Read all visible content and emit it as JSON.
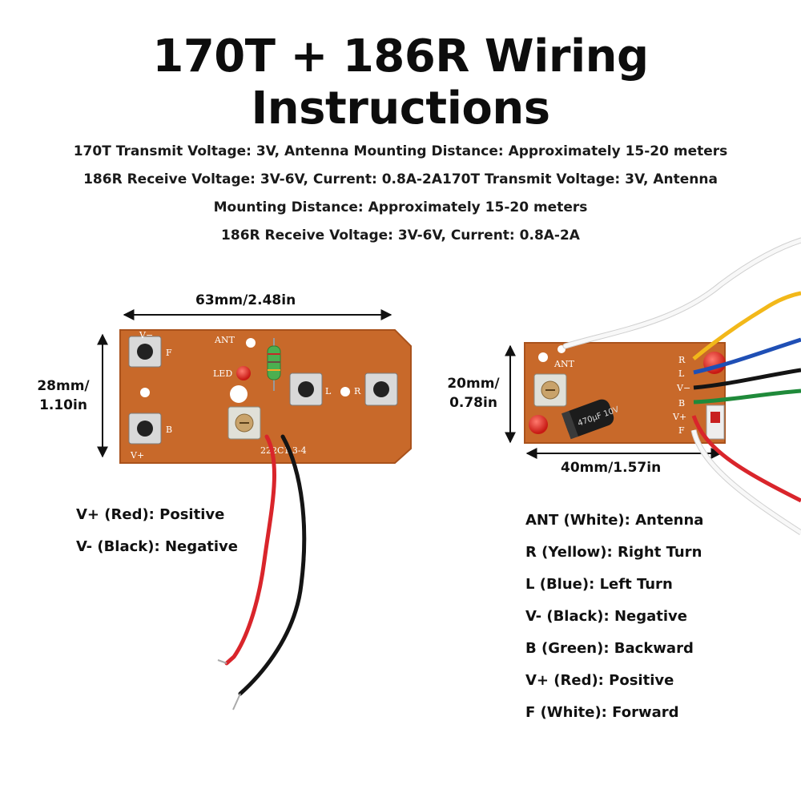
{
  "title": "170T + 186R Wiring Instructions",
  "description": [
    "170T Transmit Voltage: 3V, Antenna Mounting Distance: Approximately 15-20 meters",
    "186R Receive Voltage: 3V-6V, Current: 0.8A-2A170T Transmit Voltage: 3V, Antenna",
    "Mounting Distance: Approximately 15-20 meters",
    "186R Receive Voltage: 3V-6V, Current: 0.8A-2A"
  ],
  "transmitter": {
    "width_dim": "63mm/2.48in",
    "height_dim_line1": "28mm/",
    "height_dim_line2": "1.10in",
    "silk": {
      "ant": "ANT",
      "led": "LED",
      "f": "F",
      "b": "B",
      "l": "L",
      "r": "R",
      "vminus": "V−",
      "vplus": "V+",
      "code": "222C1 3-4"
    },
    "wires": [
      {
        "label": "V+ (Red): Positive",
        "color": "#d9252b"
      },
      {
        "label": "V- (Black): Negative",
        "color": "#141414"
      }
    ]
  },
  "receiver": {
    "width_dim": "40mm/1.57in",
    "height_dim_line1": "20mm/",
    "height_dim_line2": "0.78in",
    "silk": {
      "ant": "ANT",
      "r": "R",
      "l": "L",
      "vminus": "V−",
      "b": "B",
      "vplus": "V+",
      "f": "F",
      "cap": "470µF 10V"
    },
    "wires": [
      {
        "label": "ANT (White): Antenna",
        "color": "#f2f2f2"
      },
      {
        "label": "R (Yellow): Right Turn",
        "color": "#f2b81a"
      },
      {
        "label": "L (Blue): Left Turn",
        "color": "#1f4fb5"
      },
      {
        "label": "V- (Black): Negative",
        "color": "#141414"
      },
      {
        "label": "B (Green): Backward",
        "color": "#1f8a3a"
      },
      {
        "label": "V+ (Red): Positive",
        "color": "#d9252b"
      },
      {
        "label": "F (White): Forward",
        "color": "#f2f2f2"
      }
    ]
  },
  "colors": {
    "pcb": "#c8692a",
    "pcb_edge": "#a9521c",
    "text": "#111111"
  }
}
